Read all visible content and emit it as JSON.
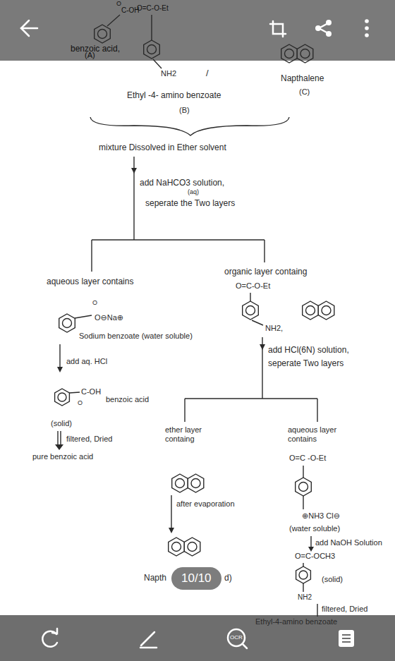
{
  "diagram": {
    "labels": [
      "O",
      "C-OH",
      "O=C-O-Et",
      "benzoic acid,",
      "(A)",
      "NH2",
      "/",
      "Napthalene",
      "(C)",
      "Ethyl -4- amino benzoate",
      "(B)",
      "mixture Dissolved in Ether solvent",
      "add NaHCO3 solution,",
      "(aq)",
      "seperate the Two layers",
      "aqueous layer contains",
      "O",
      "O⊖Na⊕",
      "Sodium benzoate (water soluble)",
      "add aq. HCl",
      "C-OH",
      "O",
      "benzoic acid",
      "(solid)",
      "filtered, Dried",
      "pure benzoic acid",
      "organic layer containg",
      "O=C-O-Et",
      "NH2,",
      "add HCl(6N) solution,",
      "seperate Two layers",
      "ether layer containg",
      "after evaporation",
      "Napth",
      "10/10",
      "d)",
      "aqueous layer contains",
      "O=C -O-Et",
      "⊕NH3 Cl⊖",
      "(water soluble)",
      "add NaOH Solution",
      "O=C-OCH3",
      "(solid)",
      "NH2",
      "filtered, Dried",
      "Ethyl-4-amino benzoate",
      "OCR"
    ]
  }
}
